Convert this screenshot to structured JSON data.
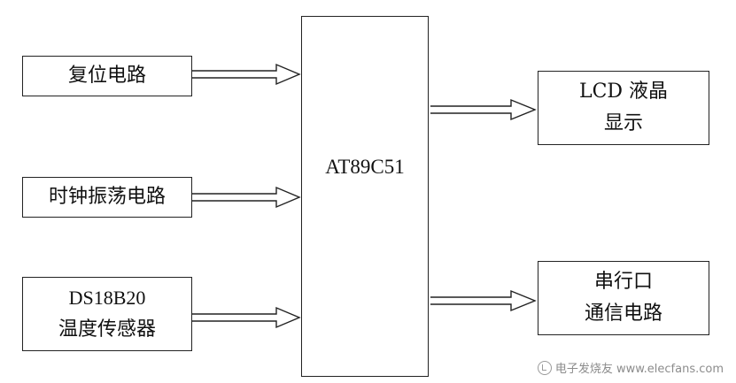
{
  "diagram": {
    "mcu": {
      "label": "AT89C51"
    },
    "inputs": [
      {
        "lines": [
          "复位电路"
        ]
      },
      {
        "lines": [
          "时钟振荡电路"
        ]
      },
      {
        "lines": [
          "DS18B20",
          "温度传感器"
        ]
      }
    ],
    "outputs": [
      {
        "lines": [
          "LCD 液晶",
          "显示"
        ]
      },
      {
        "lines": [
          "串行口",
          "通信电路"
        ]
      }
    ]
  },
  "watermark": {
    "text": "电子发烧友 www.elecfans.com"
  }
}
